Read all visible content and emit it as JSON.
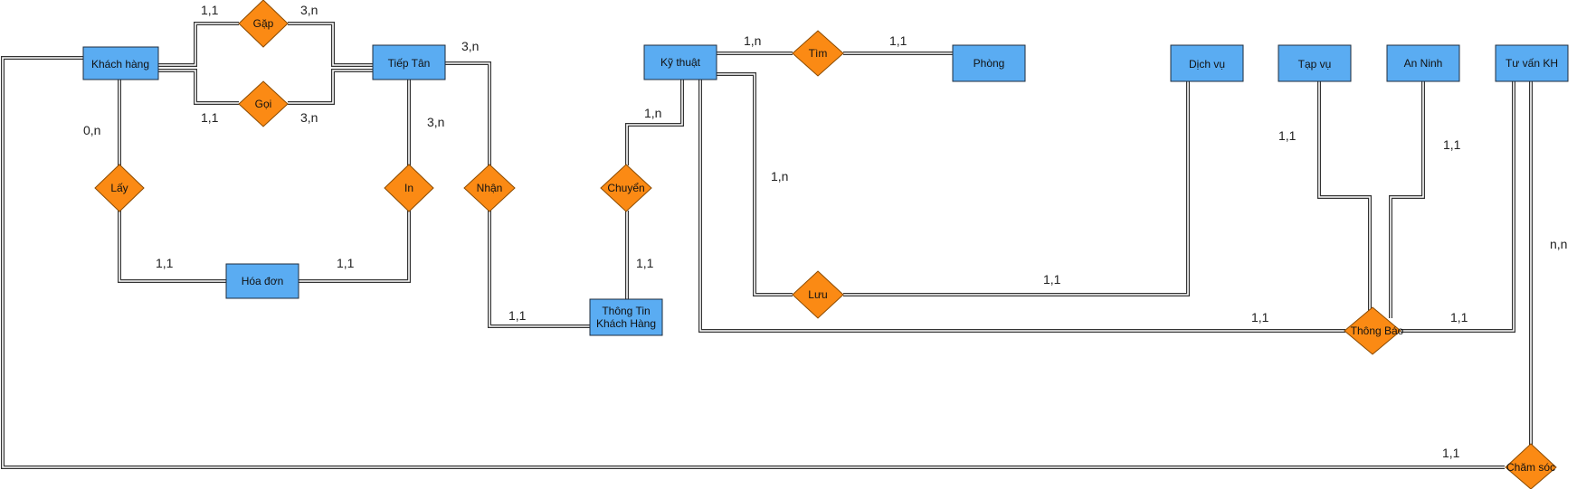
{
  "colors": {
    "entity_fill": "#5aacf2",
    "entity_stroke": "#1f2d3d",
    "relation_fill": "#fb8a14",
    "relation_stroke": "#8a4a00",
    "line": "#333333"
  },
  "entities": {
    "khach_hang": "Khách hàng",
    "tiep_tan": "Tiếp Tân",
    "hoa_don": "Hóa đơn",
    "thong_tin_line1": "Thông Tin",
    "thong_tin_line2": "Khách Hàng",
    "ky_thuat": "Kỹ thuật",
    "phong": "Phòng",
    "dich_vu": "Dịch  vụ",
    "tap_vu": "Tạp vụ",
    "an_ninh": "An Ninh",
    "tu_van": "Tư vấn KH"
  },
  "relationships": {
    "gap": "Gặp",
    "goi": "Gọi",
    "lay": "Lấy",
    "in": "In",
    "nhan": "Nhận",
    "chuyen": "Chuyển",
    "tim": "Tìm",
    "luu": "Lưu",
    "thong_bao": "Thông Báo",
    "cham_soc": "Chăm sóc"
  },
  "cardinalities": {
    "gap_kh": "1,1",
    "gap_tt": "3,n",
    "goi_kh": "1,1",
    "goi_tt": "3,n",
    "nhan_tt": "3,n",
    "lay_kh": "0,n",
    "in_tt": "3,n",
    "lay_hd": "1,1",
    "in_hd": "1,1",
    "nhan_ttkh": "1,1",
    "chuyen_ttkh": "1,1",
    "chuyen_kt": "1,n",
    "tim_kt": "1,n",
    "tim_phong": "1,1",
    "luu_kt": "1,n",
    "luu_dv": "1,1",
    "tb_kt": "1,1",
    "tb_tapvu": "1,1",
    "tb_anninh": "1,1",
    "tb_tuvan": "1,1",
    "cs_tuvan": "n,n",
    "cs_kh": "1,1"
  }
}
